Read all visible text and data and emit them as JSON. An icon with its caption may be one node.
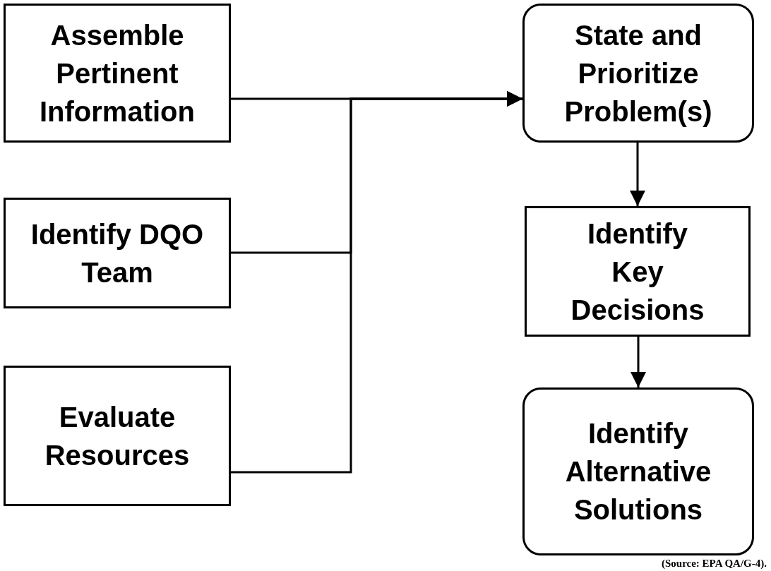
{
  "diagram": {
    "caption": "(Source: EPA QA/G-4).",
    "nodes": [
      {
        "text": [
          "Assemble Pertinent Information"
        ]
      },
      {
        "text": [
          "Identify DQO Team"
        ]
      },
      {
        "text": [
          "Evaluate Resources"
        ]
      },
      {
        "text": [
          "State and Prioritize Problem(s)"
        ]
      },
      {
        "text": [
          "Identify Key Decisions"
        ]
      },
      {
        "text": [
          "Identify Alternative Solutions"
        ]
      }
    ],
    "edges": [
      {
        "from": 0,
        "to": 3,
        "arrow": "to"
      },
      {
        "from": 1,
        "to": 3,
        "arrow": "to"
      },
      {
        "from": 2,
        "to": 3,
        "arrow": "to"
      },
      {
        "from": 3,
        "to": 4,
        "arrow": "to"
      },
      {
        "from": 4,
        "to": 5,
        "arrow": "to"
      }
    ]
  }
}
